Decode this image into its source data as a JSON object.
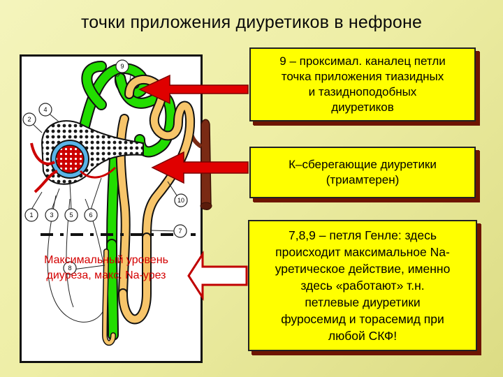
{
  "title": "точки приложения диуретиков в нефроне",
  "boxes": {
    "box1": "9 – проксимал. каналец петли\nточка приложения тиазидных\nи тазидноподобных\nдиуретиков",
    "box2": "К–сберегающие диуретики\n(триамтерен)",
    "box3": "7,8,9 – петля Генле: здесь\nпроисходит максимальное Na-\nуретическое действие, именно\nздесь «работают» т.н.\nпетлевые диуретики\nфуросемид и торасемид при\nлюбой СКФ!"
  },
  "max_label": "Максимальный уровень\nдиуреза, макс. Na-урез",
  "numbers": [
    "9",
    "4",
    "2",
    "10",
    "1",
    "3",
    "5",
    "6",
    "7",
    "8"
  ],
  "colors": {
    "background": "#eeeea6",
    "box_fill": "#ffff00",
    "box_shadow": "#6e1500",
    "arrow": "#e00000",
    "green_tubule": "#22dd00",
    "orange_tubule": "#f7c56a",
    "vessel": "#7a2a14",
    "label_red": "#d40000"
  }
}
